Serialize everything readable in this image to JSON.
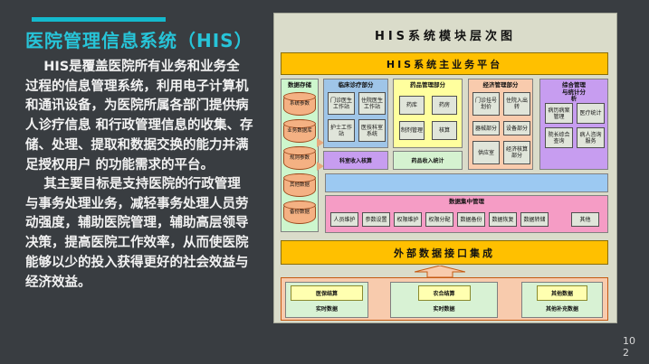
{
  "slide": {
    "title": "医院管理信息系统（HIS）",
    "paragraph1": "    HIS是覆盖医院所有业务和业务全\n过程的信息管理系统，利用电子计算机\n和通讯设备，为医院所属各部门提供病\n人诊疗信息 和行政管理信息的收集、存\n储、处理、提取和数据交换的能力并满\n足授权用户 的功能需求的平台。",
    "paragraph2": "    其主要目标是支持医院的行政管理\n与事务处理业务，减轻事务处理人员劳\n动强度，辅助医院管理，辅助高层领导\n决策，提高医院工作效率，从而使医院\n能够以少的投入获得更好的社会效益与\n经济效益。",
    "page_number": "102"
  },
  "diagram": {
    "title": "HIS系统模块层次图",
    "platform_banner": "HIS系统主业务平台",
    "storage": {
      "title": "数据存储",
      "cylinders": [
        "系统参数",
        "业务数据库",
        "规则参数",
        "其他数据",
        "备份数据"
      ]
    },
    "clinical": {
      "title": "临床诊疗部分",
      "boxes": [
        "门诊医生工作站",
        "住院医生工作站",
        "护士工作站",
        "医技科室系统"
      ],
      "bar": "科室收入核算"
    },
    "drug": {
      "title": "药品管理部分",
      "boxes": [
        "药库",
        "药房",
        "制剂管理",
        "核算"
      ],
      "bar": "药品收入统计"
    },
    "economic": {
      "title": "经济管理部分",
      "boxes": [
        "门诊挂号划价",
        "住院入出转",
        "器械部分",
        "设备部分",
        "供应室",
        "经济核算部分"
      ]
    },
    "comprehensive": {
      "title": "综合管理与统计分析",
      "boxes": [
        "病历病案管理",
        "医疗统计",
        "院长综合查询",
        "病人咨询服务"
      ]
    },
    "data_management": {
      "title": "数据集中管理",
      "boxes": [
        "人员维护",
        "参数设置",
        "权限维护",
        "权限分配",
        "数据备份",
        "数据恢复",
        "数据转储",
        "其他"
      ]
    },
    "external_banner": "外部数据接口集成",
    "settlement": {
      "groups": [
        {
          "box": "医保结算",
          "caption": "实时数据"
        },
        {
          "box": "农合结算",
          "caption": "实时数据"
        },
        {
          "box": "其他数据",
          "caption": "其他补充数据"
        }
      ]
    }
  },
  "icons": {
    "cylinder": "database-cylinder",
    "up_arrow": "block-arrow-up",
    "connector": "right-arrow-connector"
  },
  "colors": {
    "slide_background": "#393d41",
    "accent_cyan": "#27c4d8",
    "body_text": "#f2f2f2",
    "diagram_background": "#dadcca",
    "banner_gold": "#ffc000",
    "storage_green": "#cdf6cd",
    "cylinder_orange": "#f4b183",
    "clinical_blue": "#9fc5e8",
    "drug_yellow": "#ffff9e",
    "economic_orange": "#f9cbad",
    "comprehensive_purple": "#c79df0",
    "data_mgmt_pink": "#f59cc5",
    "settlement_peach": "#f8cbad"
  }
}
